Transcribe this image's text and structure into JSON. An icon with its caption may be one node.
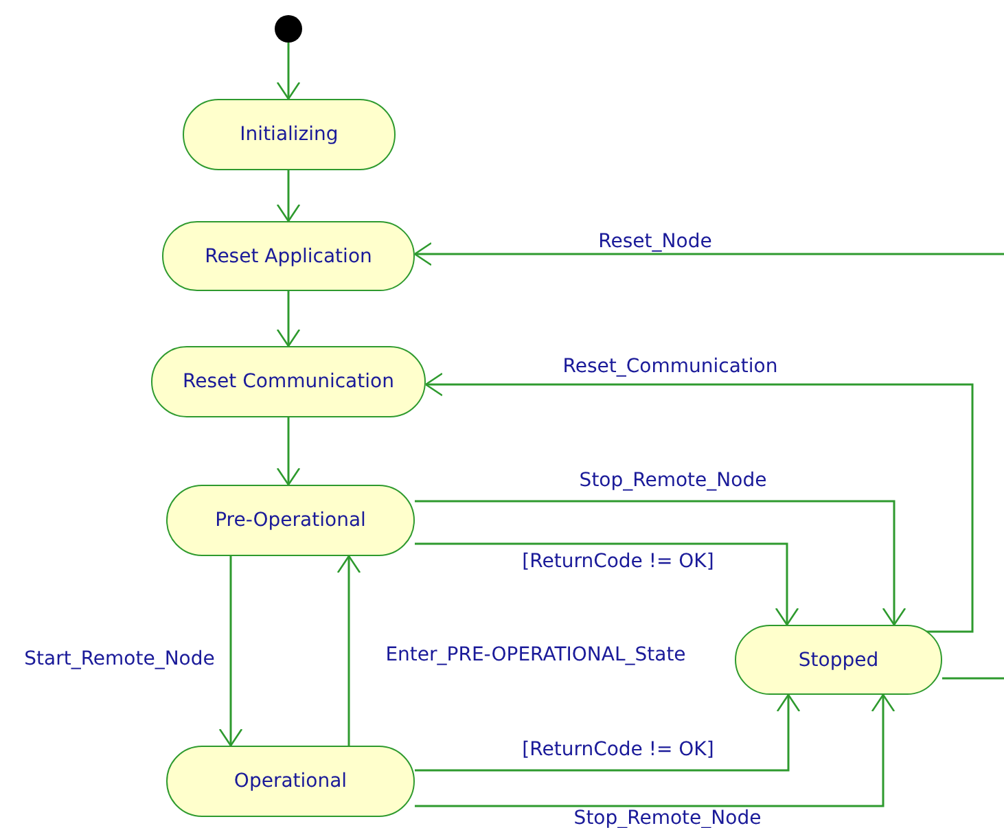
{
  "diagram": {
    "nodes": [
      {
        "text": [],
        "shape": "circle"
      },
      {
        "text": [
          "Initializing"
        ]
      },
      {
        "text": [
          "Reset Application"
        ]
      },
      {
        "text": [
          "Reset Communication"
        ]
      },
      {
        "text": [
          "Pre-Operational"
        ]
      },
      {
        "text": [
          "Operational"
        ]
      },
      {
        "text": [
          "Stopped"
        ]
      }
    ],
    "edges": [
      {
        "from": 0,
        "to": 1,
        "arrow": "to"
      },
      {
        "from": 1,
        "to": 2,
        "arrow": "to"
      },
      {
        "from": 2,
        "to": 3,
        "arrow": "to"
      },
      {
        "from": 3,
        "to": 4,
        "arrow": "to"
      },
      {
        "from": 4,
        "to": 5,
        "arrow": "to",
        "label": "Start_Remote_Node"
      },
      {
        "from": 5,
        "to": 4,
        "arrow": "to",
        "label": "Enter_PRE-OPERATIONAL_State"
      },
      {
        "from": 4,
        "to": 6,
        "arrow": "to",
        "label": "Stop_Remote_Node"
      },
      {
        "from": 4,
        "to": 6,
        "arrow": "to",
        "label": "[ReturnCode != OK]"
      },
      {
        "from": 5,
        "to": 6,
        "arrow": "to",
        "label": "[ReturnCode != OK]"
      },
      {
        "from": 5,
        "to": 6,
        "arrow": "to",
        "label": "Stop_Remote_Node"
      },
      {
        "from": 6,
        "to": 3,
        "arrow": "to",
        "label": "Reset_Communication"
      },
      {
        "from": null,
        "to": 2,
        "arrow": "to",
        "label": "Reset_Node"
      },
      {
        "from": 6,
        "to": null,
        "arrow": "none"
      }
    ]
  }
}
